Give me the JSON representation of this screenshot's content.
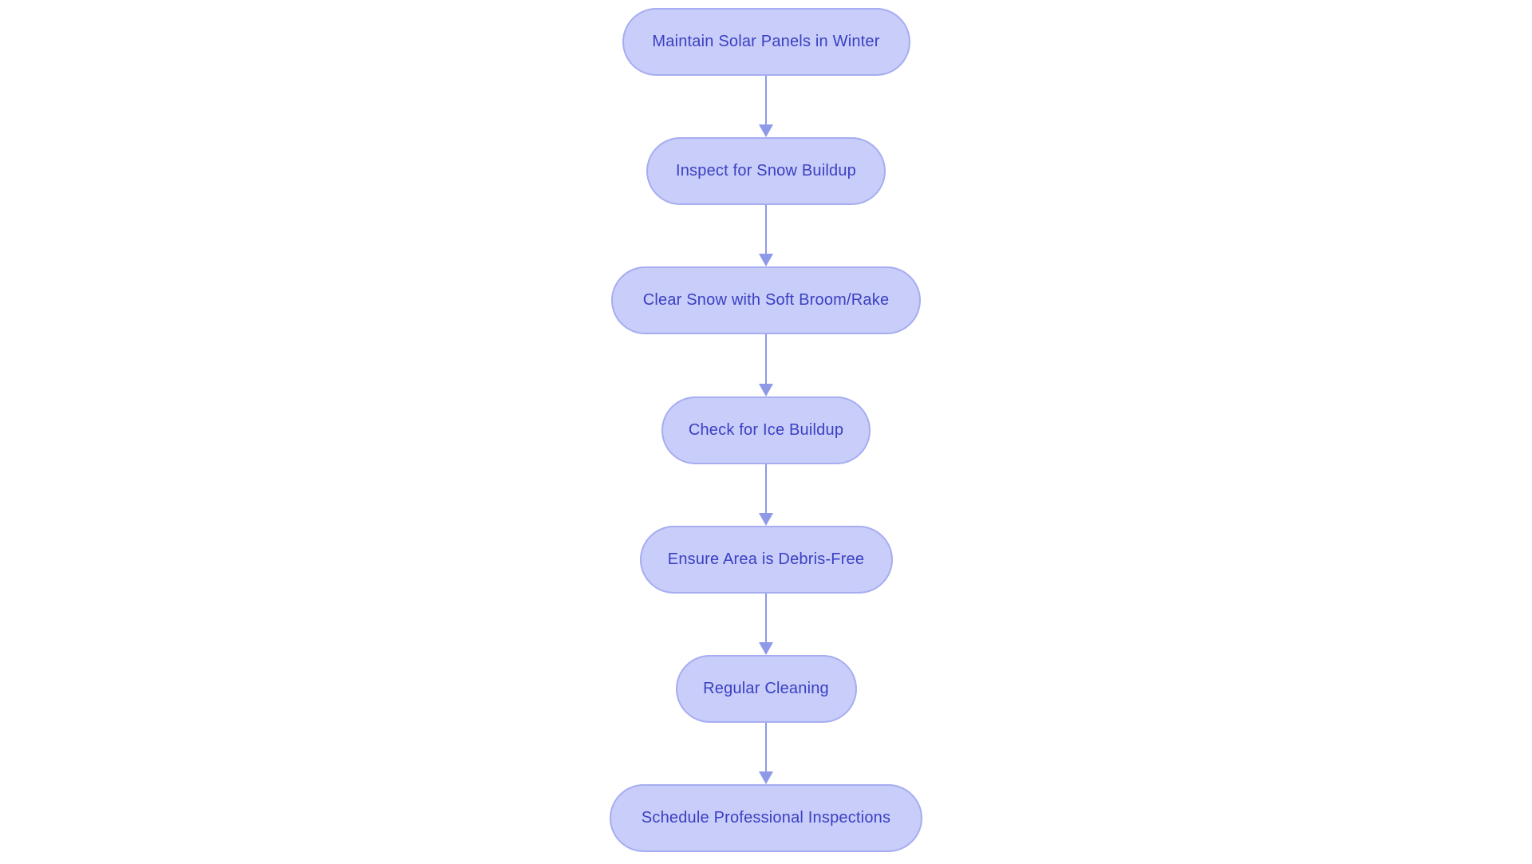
{
  "diagram": {
    "type": "flowchart",
    "direction": "top-down",
    "nodes": [
      {
        "label": "Maintain Solar Panels in Winter"
      },
      {
        "label": "Inspect for Snow Buildup"
      },
      {
        "label": "Clear Snow with Soft Broom/Rake"
      },
      {
        "label": "Check for Ice Buildup"
      },
      {
        "label": "Ensure Area is Debris-Free"
      },
      {
        "label": "Regular Cleaning"
      },
      {
        "label": "Schedule Professional Inspections"
      }
    ],
    "edges": [
      {
        "from": 0,
        "to": 1
      },
      {
        "from": 1,
        "to": 2
      },
      {
        "from": 2,
        "to": 3
      },
      {
        "from": 3,
        "to": 4
      },
      {
        "from": 4,
        "to": 5
      },
      {
        "from": 5,
        "to": 6
      }
    ],
    "colors": {
      "background": "#ffffff",
      "node_fill": "#c9cdf9",
      "node_border": "#a6adf1",
      "node_text": "#3a40c2",
      "arrow": "#8e99e8"
    }
  }
}
